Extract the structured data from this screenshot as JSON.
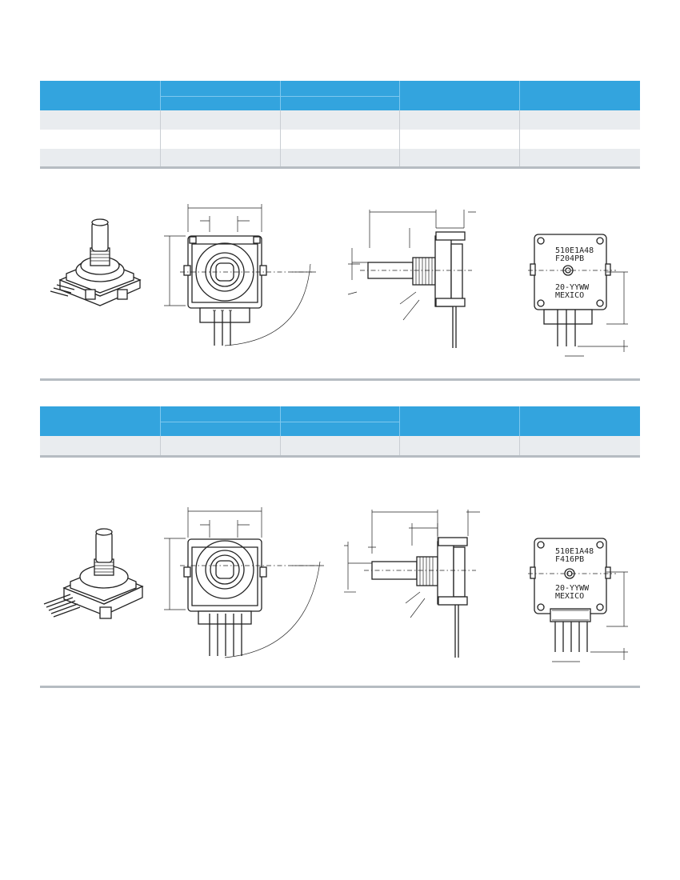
{
  "colors": {
    "header": "#33a4de",
    "row_shade": "#e9ecef",
    "rule": "#b6bcc2"
  },
  "figures": {
    "pot1_rear": {
      "marking_line1": "510E1A48",
      "marking_line2": "F204PB",
      "marking_line3": "20-YYWW",
      "marking_line4": "MEXICO"
    },
    "pot2_rear": {
      "marking_line1": "510E1A48",
      "marking_line2": "F416PB",
      "marking_line3": "20-YYWW",
      "marking_line4": "MEXICO"
    }
  }
}
